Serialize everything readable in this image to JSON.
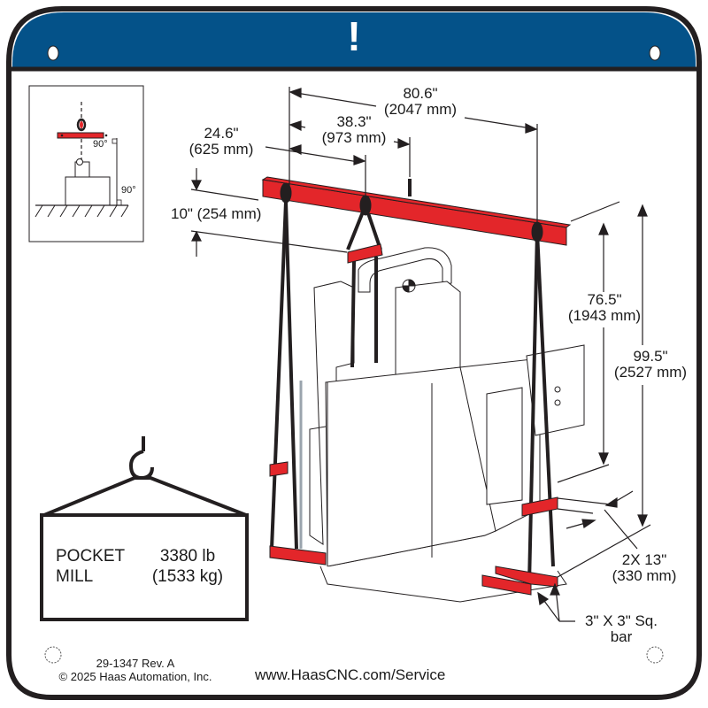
{
  "header": {
    "symbol": "!",
    "band_color": "#045289"
  },
  "colors": {
    "lift_bar": "#e3262a",
    "outline": "#231f20",
    "background": "#ffffff"
  },
  "inset": {
    "angle_top": "90°",
    "angle_bottom": "90°"
  },
  "dimensions": {
    "overall_span": {
      "imperial": "80.6\"",
      "metric": "(2047 mm)"
    },
    "center_of_gravity": {
      "imperial": "38.3\"",
      "metric": "(973 mm)"
    },
    "first_strap": {
      "imperial": "24.6\"",
      "metric": "(625 mm)"
    },
    "bar_height": {
      "label": "10\" (254 mm)"
    },
    "strap_length": {
      "imperial": "76.5\"",
      "metric": "(1943 mm)"
    },
    "total_height": {
      "imperial": "99.5\"",
      "metric": "(2527 mm)"
    },
    "bar_spacing": {
      "imperial": "2X 13\"",
      "metric": "(330 mm)"
    },
    "square_bar": {
      "line1": "3\" X 3\" Sq.",
      "line2": "bar"
    }
  },
  "weight_tag": {
    "model_line1": "POCKET",
    "model_line2": "MILL",
    "weight_lb": "3380 lb",
    "weight_kg": "(1533 kg)"
  },
  "footer": {
    "part_number": "29-1347 Rev. A",
    "copyright": "© 2025 Haas Automation, Inc.",
    "url": "www.HaasCNC.com/Service"
  }
}
